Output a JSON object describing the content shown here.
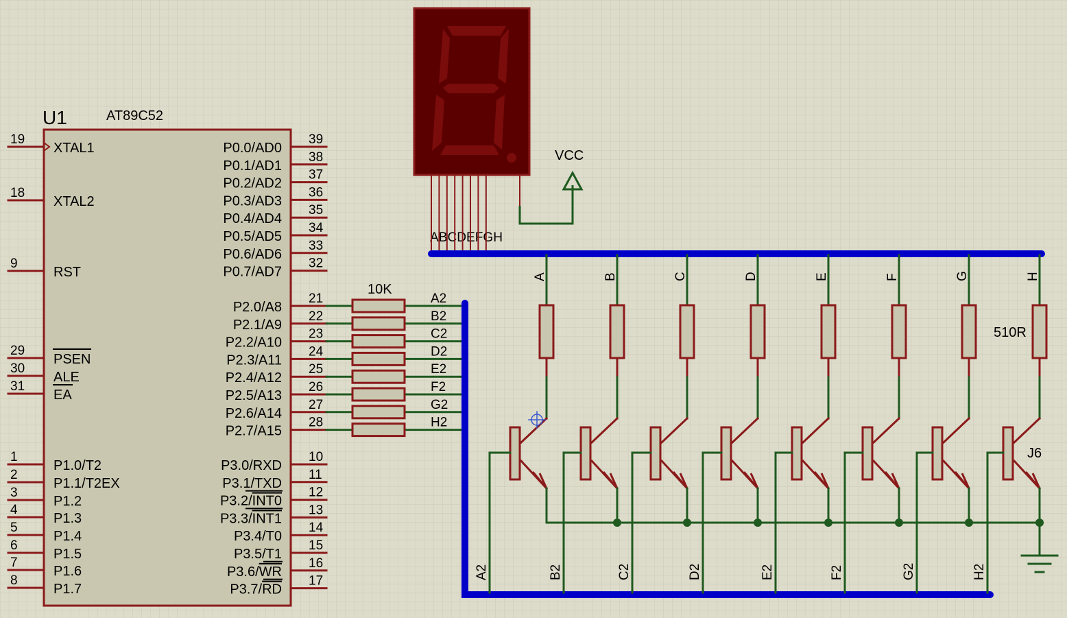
{
  "colors": {
    "background": "#dddccb",
    "grid": "#cbcab6",
    "component": "#8b1a1a",
    "component_fill": "#c9c7b0",
    "wire": "#1f5a1f",
    "bus": "#0000c8",
    "display_body": "#5a0000",
    "display_segment": "#7a0c0c",
    "text": "#000000"
  },
  "mcu": {
    "ref": "U1",
    "part": "AT89C52",
    "left_pins": [
      {
        "num": "19",
        "name": "XTAL1",
        "clock": true
      },
      {
        "num": "18",
        "name": "XTAL2"
      },
      {
        "num": "9",
        "name": "RST"
      },
      {
        "num": "29",
        "name": "PSEN",
        "bar": true
      },
      {
        "num": "30",
        "name": "ALE"
      },
      {
        "num": "31",
        "name": "EA",
        "bar": true
      },
      {
        "num": "1",
        "name": "P1.0/T2"
      },
      {
        "num": "2",
        "name": "P1.1/T2EX"
      },
      {
        "num": "3",
        "name": "P1.2"
      },
      {
        "num": "4",
        "name": "P1.3"
      },
      {
        "num": "5",
        "name": "P1.4"
      },
      {
        "num": "6",
        "name": "P1.5"
      },
      {
        "num": "7",
        "name": "P1.6"
      },
      {
        "num": "8",
        "name": "P1.7"
      }
    ],
    "right_pins": [
      {
        "num": "39",
        "name": "P0.0/AD0"
      },
      {
        "num": "38",
        "name": "P0.1/AD1"
      },
      {
        "num": "37",
        "name": "P0.2/AD2"
      },
      {
        "num": "36",
        "name": "P0.3/AD3"
      },
      {
        "num": "35",
        "name": "P0.4/AD4"
      },
      {
        "num": "34",
        "name": "P0.5/AD5"
      },
      {
        "num": "33",
        "name": "P0.6/AD6"
      },
      {
        "num": "32",
        "name": "P0.7/AD7"
      },
      {
        "num": "21",
        "name": "P2.0/A8"
      },
      {
        "num": "22",
        "name": "P2.1/A9"
      },
      {
        "num": "23",
        "name": "P2.2/A10"
      },
      {
        "num": "24",
        "name": "P2.3/A11"
      },
      {
        "num": "25",
        "name": "P2.4/A12"
      },
      {
        "num": "26",
        "name": "P2.5/A13"
      },
      {
        "num": "27",
        "name": "P2.6/A14"
      },
      {
        "num": "28",
        "name": "P2.7/A15"
      },
      {
        "num": "10",
        "name": "P3.0/RXD"
      },
      {
        "num": "11",
        "name": "P3.1/TXD"
      },
      {
        "num": "12",
        "name": "P3.2/",
        "bar_text": "INT0"
      },
      {
        "num": "13",
        "name": "P3.3/",
        "bar_text": "INT1"
      },
      {
        "num": "14",
        "name": "P3.4/T0"
      },
      {
        "num": "15",
        "name": "P3.5/T1"
      },
      {
        "num": "16",
        "name": "P3.6/",
        "bar_text": "WR"
      },
      {
        "num": "17",
        "name": "P3.7/",
        "bar_text": "RD"
      }
    ]
  },
  "resistor_array": {
    "value": "10K",
    "nets": [
      "A2",
      "B2",
      "C2",
      "D2",
      "E2",
      "F2",
      "G2",
      "H2"
    ]
  },
  "display": {
    "pin_labels": "ABCDEFGH",
    "digit": "2"
  },
  "power": {
    "vcc_label": "VCC"
  },
  "segment_resistors": {
    "value": "510R"
  },
  "drivers": {
    "ref": "J6",
    "segment_nets": [
      "A",
      "B",
      "C",
      "D",
      "E",
      "F",
      "G",
      "H"
    ],
    "base_nets": [
      "A2",
      "B2",
      "C2",
      "D2",
      "E2",
      "F2",
      "G2",
      "H2"
    ]
  }
}
